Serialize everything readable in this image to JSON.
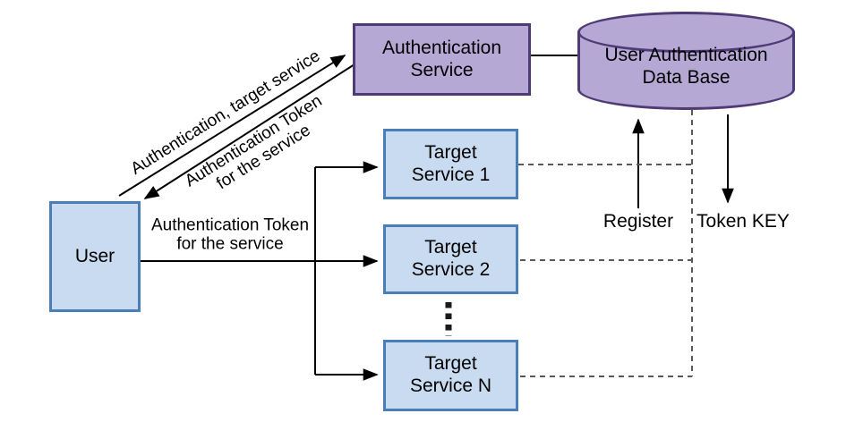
{
  "nodes": {
    "user": "User",
    "auth_service": "Authentication\nService",
    "database": "User Authentication\nData Base",
    "target_service_1": "Target\nService 1",
    "target_service_2": "Target\nService 2",
    "target_service_n": "Target\nService N"
  },
  "labels": {
    "auth_request": "Authentication, target service",
    "auth_token_return": "Authentication Token\nfor the service",
    "auth_token_forward": "Authentication Token\nfor the service",
    "register": "Register",
    "token_key": "Token KEY"
  },
  "colors": {
    "node_blue_fill": "#c9dbf0",
    "node_blue_border": "#4a7eb8",
    "node_purple_fill": "#b5a8d5",
    "node_purple_border": "#4e3a75",
    "line": "#000000",
    "dashed_line": "#595959",
    "text": "#000000",
    "background": "#ffffff"
  }
}
